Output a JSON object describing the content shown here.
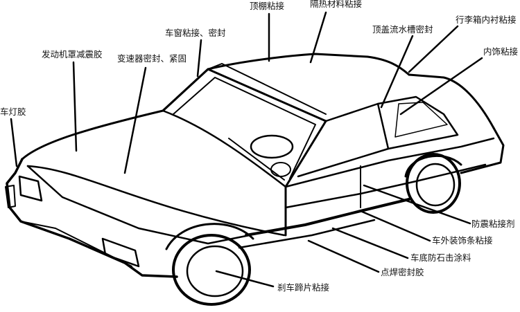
{
  "labels": {
    "roof_liner": "顶棚粘接",
    "insulation": "隔热材料粘接",
    "window_bond": "车窗粘接、密封",
    "roof_gutter": "顶盖流水槽密封",
    "trunk_liner": "行李箱内衬粘接",
    "hood_damping": "发动机罩减震胶",
    "transmission": "变速器密封、紧固",
    "interior": "内饰粘接",
    "lamp": "车灯胶",
    "anti_vibration": "防震粘接剂",
    "exterior_trim": "车外装饰条粘接",
    "underbody": "车底防石击涂料",
    "spot_weld": "点焊密封胶",
    "brake_shoe": "刹车蹄片粘接"
  },
  "colors": {
    "line": "#000000",
    "text": "#111111",
    "background": "#ffffff"
  }
}
